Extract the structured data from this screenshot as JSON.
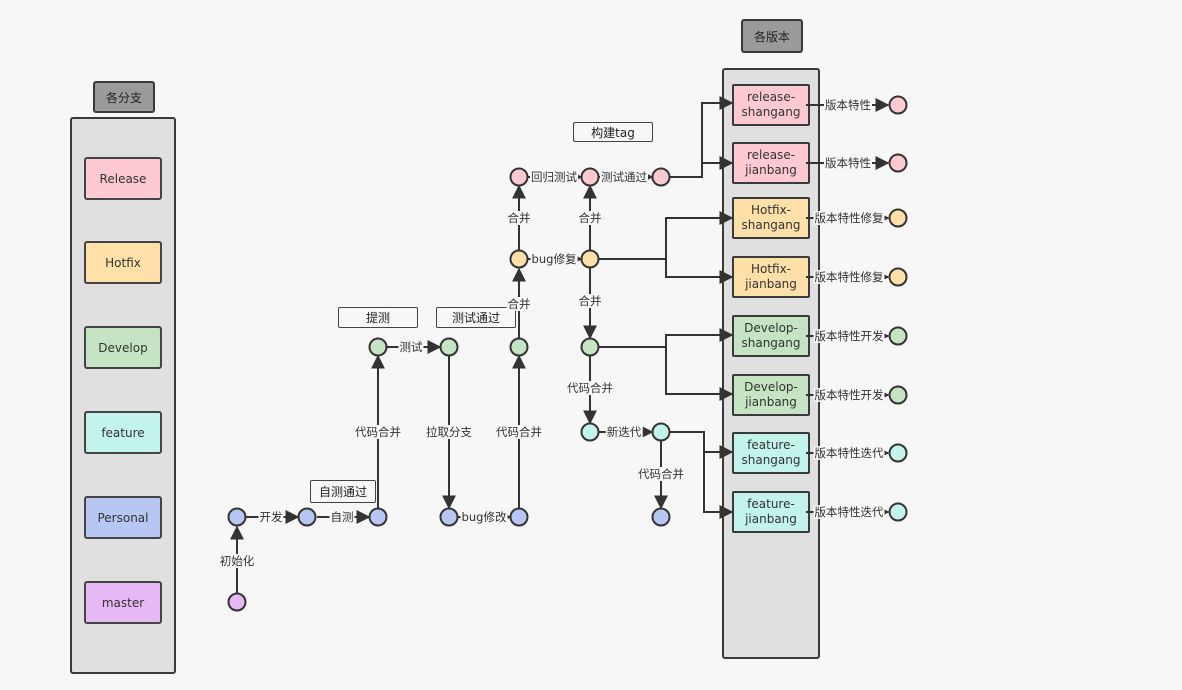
{
  "colors": {
    "release": "#ffc9d2",
    "hotfix": "#ffe0a8",
    "develop": "#c4e4c4",
    "feature": "#c2f4ec",
    "personal": "#b8c6f4",
    "master": "#e6b8f4",
    "line": "#333333"
  },
  "branches_header": "各分支",
  "branches": [
    {
      "id": "release",
      "label": "Release"
    },
    {
      "id": "hotfix",
      "label": "Hotfix"
    },
    {
      "id": "develop",
      "label": "Develop"
    },
    {
      "id": "feature",
      "label": "feature"
    },
    {
      "id": "personal",
      "label": "Personal"
    },
    {
      "id": "master",
      "label": "master"
    }
  ],
  "versions_header": "各版本",
  "versions": [
    {
      "label": "release-\nshangang",
      "color": "release",
      "feature": "版本特性"
    },
    {
      "label": "release-\njianbang",
      "color": "release",
      "feature": "版本特性"
    },
    {
      "label": "Hotfix-\nshangang",
      "color": "hotfix",
      "feature": "版本特性修复"
    },
    {
      "label": "Hotfix-\njianbang",
      "color": "hotfix",
      "feature": "版本特性修复"
    },
    {
      "label": "Develop-\nshangang",
      "color": "develop",
      "feature": "版本特性开发"
    },
    {
      "label": "Develop-\njianbang",
      "color": "develop",
      "feature": "版本特性开发"
    },
    {
      "label": "feature-\nshangang",
      "color": "feature",
      "feature": "版本特性迭代"
    },
    {
      "label": "feature-\njianbang",
      "color": "feature",
      "feature": "版本特性迭代"
    }
  ],
  "notes": {
    "self_test_pass": "自测通过",
    "submit_test": "提测",
    "test_pass": "测试通过",
    "build_tag": "构建tag"
  },
  "flow_labels": {
    "init": "初始化",
    "develop": "开发",
    "self_test": "自测",
    "merge_code_1": "代码合并",
    "test": "测试",
    "pull_branch": "拉取分支",
    "bug_fix_1": "bug修改",
    "merge_code_2": "代码合并",
    "merge_1": "合并",
    "bug_fix_2": "bug修复",
    "merge_2": "合并",
    "regression_test": "回归测试",
    "test_pass": "测试通过",
    "merge_3": "合并",
    "merge_4": "合并",
    "merge_code_3": "代码合并",
    "new_iteration": "新迭代",
    "merge_code_4": "代码合并"
  }
}
